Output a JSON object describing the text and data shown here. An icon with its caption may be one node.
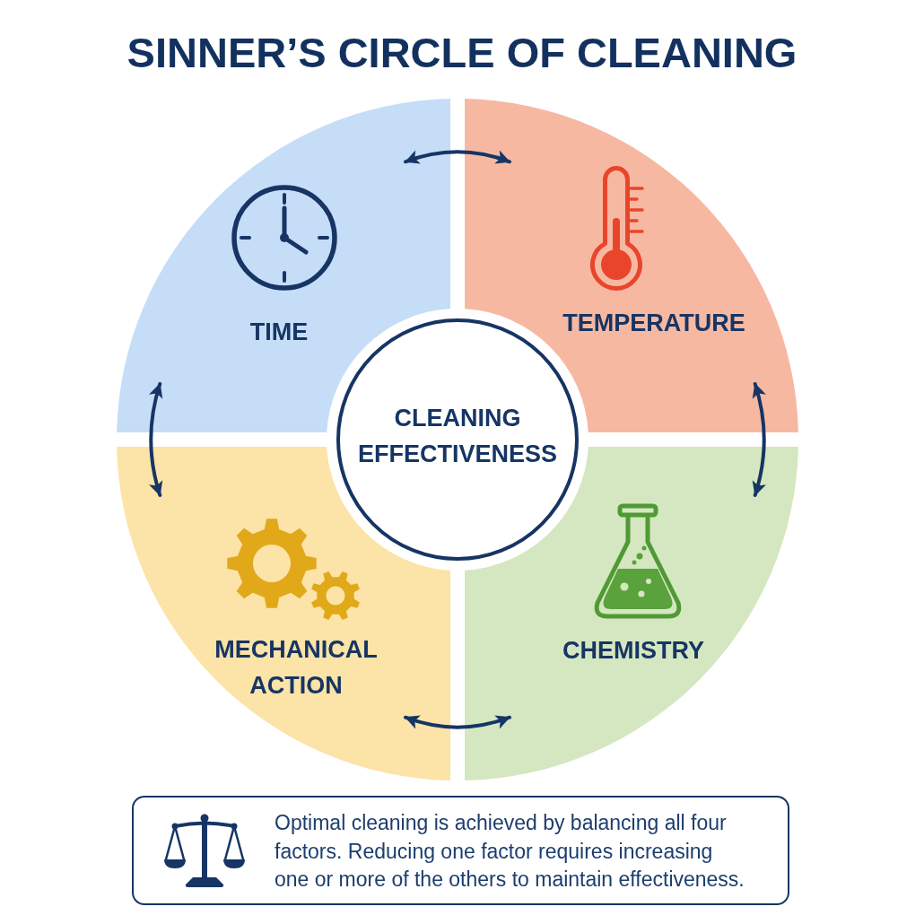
{
  "diagram": {
    "title": "SINNER’S CIRCLE OF CLEANING",
    "nodes": [
      {
        "text": [
          "TIME"
        ]
      },
      {
        "text": [
          "TEMPERATURE"
        ]
      },
      {
        "text": [
          "CLEANING EFFECTIVENESS"
        ]
      },
      {
        "text": [
          "MECHANICAL ACTION"
        ]
      },
      {
        "text": [
          "CHEMISTRY"
        ]
      },
      {
        "text": [
          "Optimal cleaning is achieved by balancing all four factors. Reducing one factor requires increasing one or more of the others to maintain effectiveness."
        ]
      }
    ],
    "edges": [
      {
        "from": 0,
        "to": 1,
        "arrow": "both"
      },
      {
        "from": 0,
        "to": 3,
        "arrow": "both"
      },
      {
        "from": 1,
        "to": 4,
        "arrow": "both"
      },
      {
        "from": 3,
        "to": 4,
        "arrow": "both"
      }
    ]
  }
}
